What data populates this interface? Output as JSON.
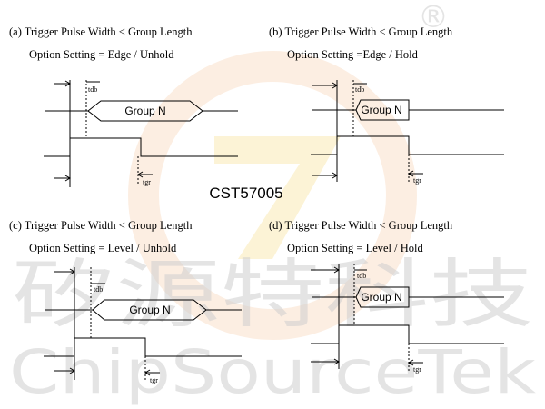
{
  "panels": [
    {
      "title": "(a) Trigger Pulse Width < Group Length",
      "option": "Option Setting = Edge / Unhold",
      "group_label": "Group N",
      "tdb_label": "tdb",
      "tgr_label": "tgr",
      "variant": "edge-unhold"
    },
    {
      "title": "(b) Trigger Pulse Width < Group Length",
      "option": "Option Setting =Edge / Hold",
      "group_label": "Group N",
      "tdb_label": "tdb",
      "tgr_label": "tgr",
      "variant": "edge-hold"
    },
    {
      "title": "(c) Trigger Pulse Width < Group Length",
      "option": "Option Setting = Level / Unhold",
      "group_label": "Group N",
      "tdb_label": "tdb",
      "tgr_label": "tgr",
      "variant": "level-unhold"
    },
    {
      "title": "(d) Trigger Pulse Width < Group Length",
      "option": "Option Setting = Level / Hold",
      "group_label": "Group N",
      "tdb_label": "tdb",
      "tgr_label": "tgr",
      "variant": "level-hold"
    }
  ],
  "center_label": "CST57005",
  "watermark": {
    "chinese": "矽源特科技",
    "english": "ChipSourceTek",
    "registered": "®"
  },
  "colors": {
    "line": "#000000",
    "watermark": "#cfcfcf",
    "logo_orange": "#f3b37a",
    "logo_yellow": "#f7dc8a"
  }
}
